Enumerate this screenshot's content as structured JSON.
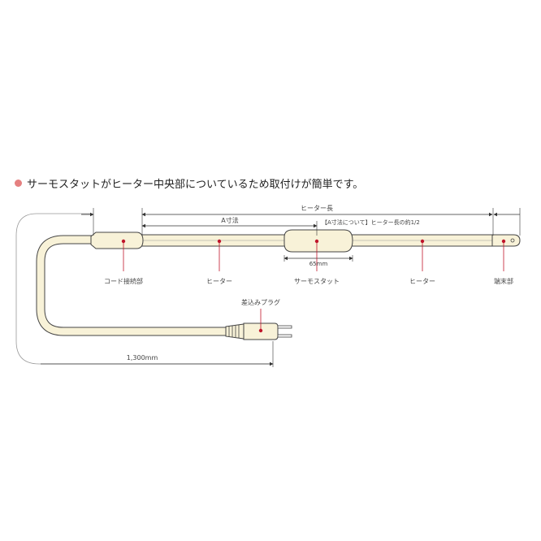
{
  "headline": "サーモスタットがヒーター中央部についているため取付けが簡単です。",
  "dims": {
    "heater_length": "ヒーター長",
    "a_dim": "A寸法",
    "a_note": "【A寸法について】ヒーター長の約1/2",
    "thermostat_width": "65mm",
    "cord_length": "1,300mm"
  },
  "parts": {
    "cord_connection": "コード接続部",
    "heater_left": "ヒーター",
    "thermostat": "サーモスタット",
    "heater_right": "ヒーター",
    "end": "端末部",
    "plug": "差込みプラグ"
  },
  "colors": {
    "cord_fill": "#f8f2d8",
    "cord_stroke": "#444444",
    "marker": "#c0152a",
    "bullet": "#e58080"
  }
}
